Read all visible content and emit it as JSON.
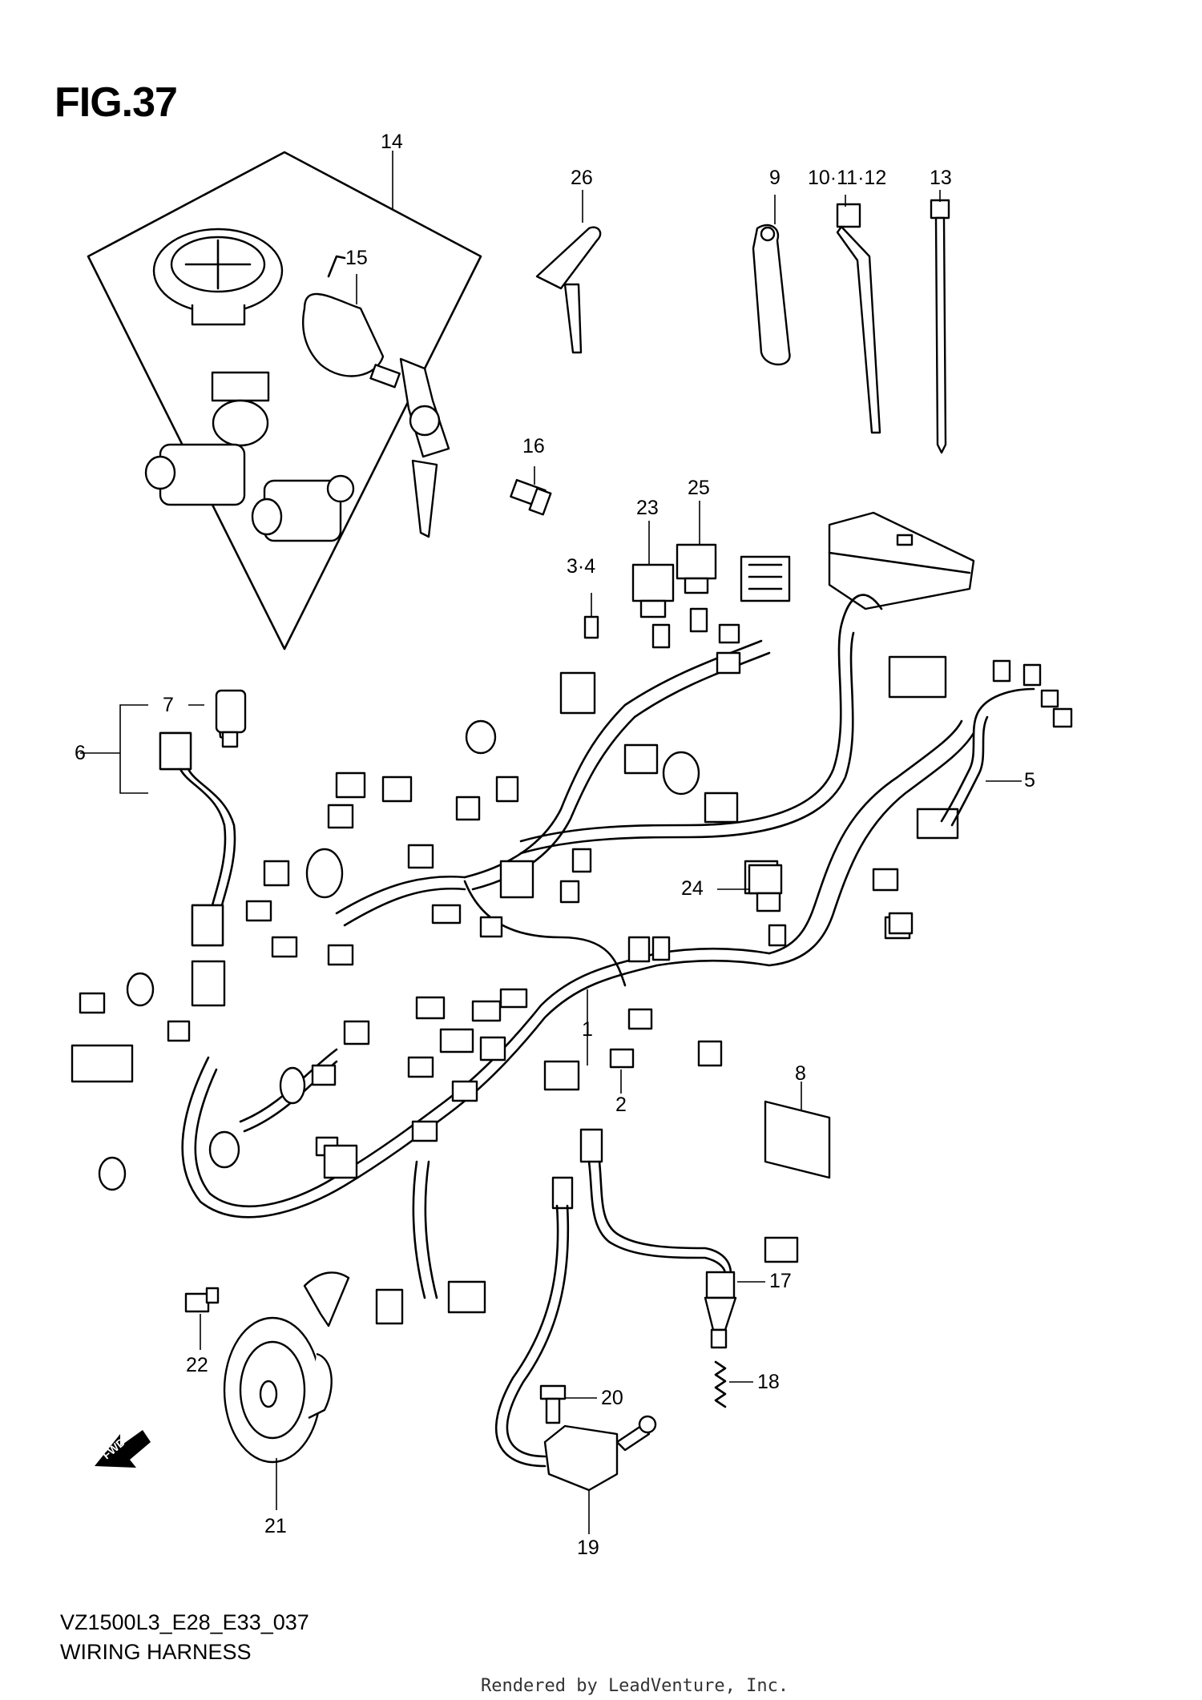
{
  "figure": {
    "title": "FIG.37",
    "code": "VZ1500L3_E28_E33_037",
    "name": "WIRING HARNESS",
    "credit": "Rendered by LeadVenture, Inc.",
    "fwd": "FWD"
  },
  "callouts": [
    {
      "id": "c1",
      "text": "1"
    },
    {
      "id": "c2",
      "text": "2"
    },
    {
      "id": "c34",
      "text": "3·4"
    },
    {
      "id": "c5",
      "text": "5"
    },
    {
      "id": "c6",
      "text": "6"
    },
    {
      "id": "c7",
      "text": "7"
    },
    {
      "id": "c8",
      "text": "8"
    },
    {
      "id": "c9",
      "text": "9"
    },
    {
      "id": "c101112",
      "text": "10·11·12"
    },
    {
      "id": "c13",
      "text": "13"
    },
    {
      "id": "c14",
      "text": "14"
    },
    {
      "id": "c15",
      "text": "15"
    },
    {
      "id": "c16",
      "text": "16"
    },
    {
      "id": "c17",
      "text": "17"
    },
    {
      "id": "c18",
      "text": "18"
    },
    {
      "id": "c19",
      "text": "19"
    },
    {
      "id": "c20",
      "text": "20"
    },
    {
      "id": "c21",
      "text": "21"
    },
    {
      "id": "c22",
      "text": "22"
    },
    {
      "id": "c23",
      "text": "23"
    },
    {
      "id": "c24",
      "text": "24"
    },
    {
      "id": "c25",
      "text": "25"
    },
    {
      "id": "c26",
      "text": "26"
    }
  ]
}
